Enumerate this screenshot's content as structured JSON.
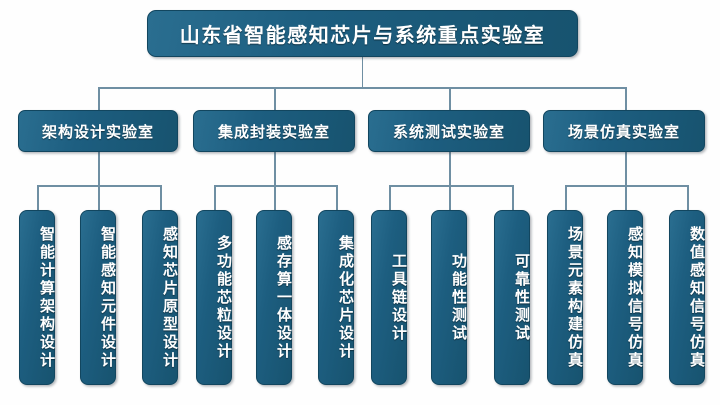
{
  "diagram": {
    "type": "organization-chart",
    "title_node": {
      "label": "山东省智能感知芯片与系统重点实验室"
    },
    "colors": {
      "node_fill_light": "#2a6e90",
      "node_fill_mid": "#1d5e80",
      "node_fill_dark": "#17536f",
      "node_border": "#12465f",
      "node_text": "#ffffff",
      "connector": "#6f8fa3",
      "background": "#fefefe"
    },
    "groups": [
      {
        "label": "架构设计实验室",
        "children": [
          {
            "label": "智能计算架构设计"
          },
          {
            "label": "智能感知元件设计"
          },
          {
            "label": "感知芯片原型设计"
          }
        ]
      },
      {
        "label": "集成封装实验室",
        "children": [
          {
            "label": "多功能芯粒设计"
          },
          {
            "label": "感存算一体设计"
          },
          {
            "label": "集成化芯片设计"
          }
        ]
      },
      {
        "label": "系统测试实验室",
        "children": [
          {
            "label": "工具链设计"
          },
          {
            "label": "功能性测试"
          },
          {
            "label": "可靠性测试"
          }
        ]
      },
      {
        "label": "场景仿真实验室",
        "children": [
          {
            "label": "场景元素构建仿真"
          },
          {
            "label": "感知模拟信号仿真"
          },
          {
            "label": "数值感知信号仿真"
          }
        ]
      }
    ]
  }
}
